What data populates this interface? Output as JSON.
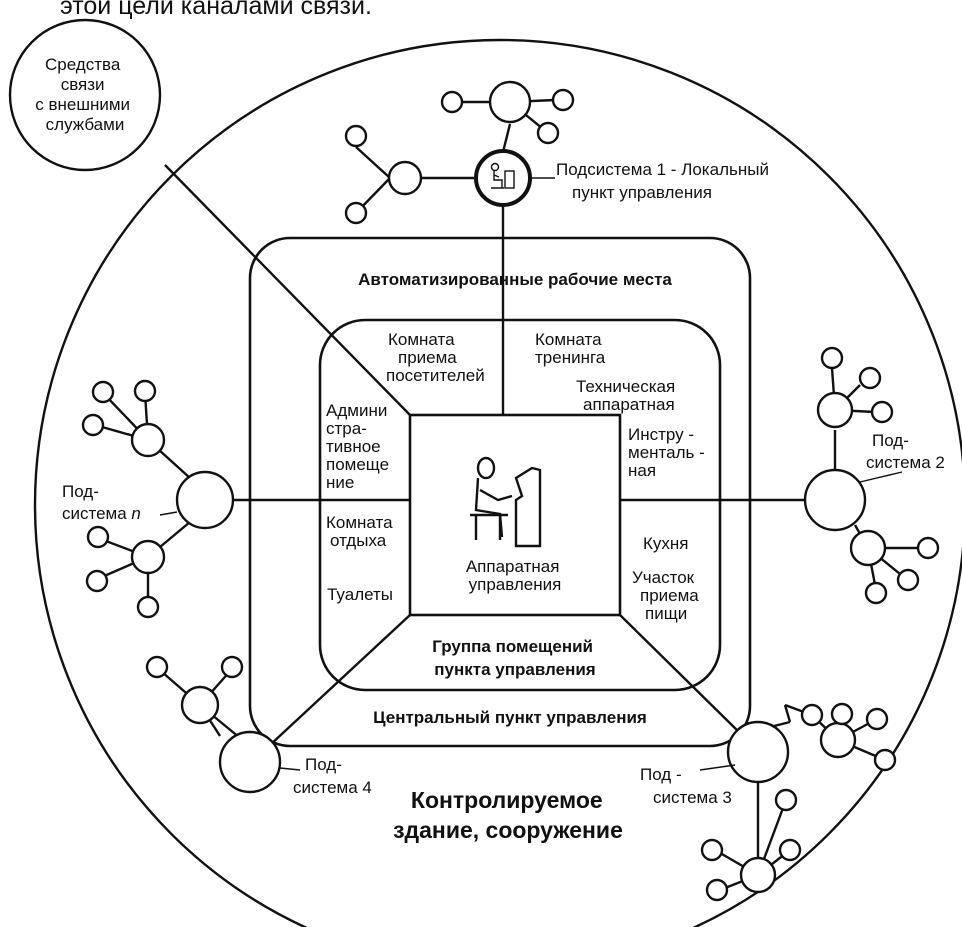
{
  "header_fragment": "этой цели каналами связи.",
  "external_comms": [
    "Средства",
    "связи",
    "с внешними",
    "службами"
  ],
  "subsystem1": [
    "Подсистема 1 - Локальный",
    "пункт управления"
  ],
  "subsystem2": [
    "Под-",
    "система 2"
  ],
  "subsystem3": [
    "Под -",
    "система 3"
  ],
  "subsystem4": [
    "Под-",
    "система 4"
  ],
  "subsystem_n": {
    "line1": "Под-",
    "prefix": "система ",
    "italic": "n"
  },
  "central_point": "Центральный пункт управления",
  "workstations": "Автоматизированные рабочие места",
  "room_group": [
    "Группа помещений",
    "пункта управления"
  ],
  "control_room": [
    "Аппаратная",
    "управления"
  ],
  "rooms": {
    "visitors": [
      "Комната",
      "приема",
      "посетителей"
    ],
    "training": [
      "Комната",
      "тренинга"
    ],
    "tech": [
      "Техническая",
      "аппаратная"
    ],
    "admin": [
      "Админи",
      "стра-",
      "тивное",
      "помеще",
      "ние"
    ],
    "instrumental": [
      "Инстру -",
      "менталь -",
      "ная"
    ],
    "rest": [
      "Комната",
      "отдыха"
    ],
    "kitchen": "Кухня",
    "toilets": "Туалеты",
    "dining": [
      "Участок",
      "приема",
      "пищи"
    ]
  },
  "building": [
    "Контролируемое",
    "здание, сооружение"
  ]
}
